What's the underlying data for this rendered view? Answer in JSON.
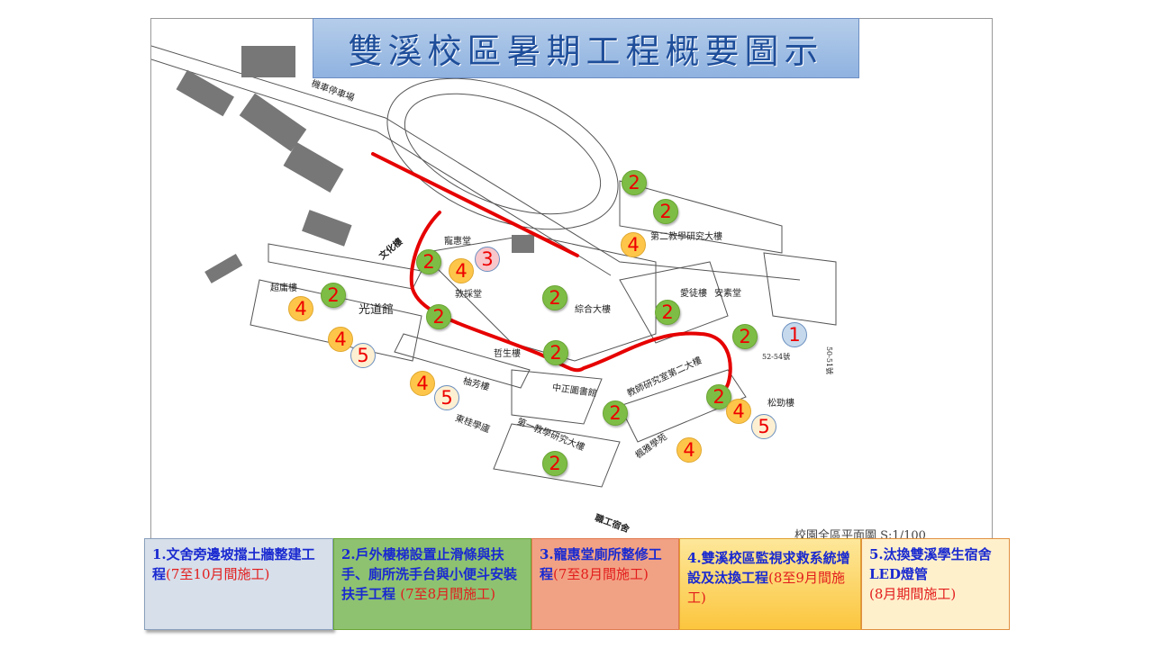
{
  "title": "雙溪校區暑期工程概要圖示",
  "map": {
    "scale_caption": "校園全區平面圖 S:1/100",
    "building_labels": [
      "機車停車場",
      "文化樓",
      "寵惠堂",
      "敦採堂",
      "超庸樓",
      "光道館",
      "哲生樓",
      "綜合大樓",
      "第二教學研究大樓",
      "愛徒樓",
      "安素堂",
      "中正圖書館",
      "教師研究室第二大樓",
      "松勁樓",
      "柚芳樓",
      "東桂學廬",
      "第一教學研究大樓",
      "楓雅學苑",
      "職工宿舍",
      "52-54號",
      "50-51號"
    ],
    "markers": [
      {
        "n": "1",
        "type": 1
      },
      {
        "n": "2",
        "type": 2
      },
      {
        "n": "2",
        "type": 2
      },
      {
        "n": "2",
        "type": 2
      },
      {
        "n": "2",
        "type": 2
      },
      {
        "n": "2",
        "type": 2
      },
      {
        "n": "2",
        "type": 2
      },
      {
        "n": "2",
        "type": 2
      },
      {
        "n": "2",
        "type": 2
      },
      {
        "n": "2",
        "type": 2
      },
      {
        "n": "2",
        "type": 2
      },
      {
        "n": "2",
        "type": 2
      },
      {
        "n": "2",
        "type": 2
      },
      {
        "n": "3",
        "type": 3
      },
      {
        "n": "4",
        "type": 4
      },
      {
        "n": "4",
        "type": 4
      },
      {
        "n": "4",
        "type": 4
      },
      {
        "n": "4",
        "type": 4
      },
      {
        "n": "4",
        "type": 4
      },
      {
        "n": "4",
        "type": 4
      },
      {
        "n": "4",
        "type": 4
      },
      {
        "n": "5",
        "type": 5
      },
      {
        "n": "5",
        "type": 5
      },
      {
        "n": "5",
        "type": 5
      }
    ],
    "route_color": "#e60000"
  },
  "legend": [
    {
      "text": "1.文舍旁邊坡擋土牆整建工程",
      "period": "(7至10月間施工)",
      "color": "#d6dfea"
    },
    {
      "text": "2.戶外樓梯設置止滑條與扶手、廁所洗手台與小便斗安裝扶手工程 ",
      "period": "(7至8月間施工)",
      "color": "#8ec270"
    },
    {
      "text": "3.寵惠堂廁所整修工程",
      "period": "(7至8月間施工)",
      "color": "#f2a284"
    },
    {
      "text": "4.雙溪校區監視求救系統增設及汰換工程",
      "period": "(8至9月間施工)",
      "color": "#fcd25a"
    },
    {
      "text": "5.汰換雙溪學生宿舍LED燈管",
      "period": "(8月期間施工)",
      "color": "#fff0cc"
    }
  ]
}
